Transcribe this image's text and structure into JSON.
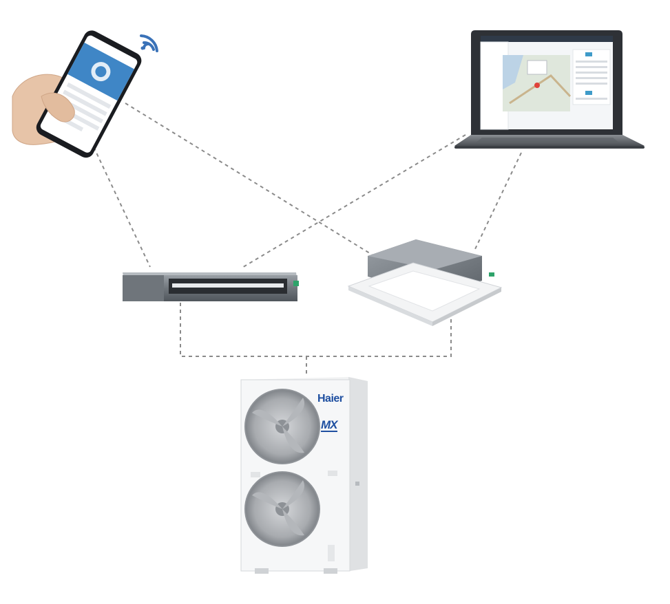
{
  "devices": {
    "smartphone": {
      "icon": "smartphone-icon",
      "signal_icon": "wifi-icon"
    },
    "laptop": {
      "icon": "laptop-icon",
      "screen": "map-dashboard"
    },
    "ducted_unit": {
      "icon": "ducted-indoor-unit-icon"
    },
    "cassette_unit": {
      "icon": "cassette-indoor-unit-icon"
    },
    "outdoor_unit": {
      "icon": "outdoor-unit-icon",
      "brand": "Haier",
      "series": "MX"
    }
  },
  "connections": [
    {
      "from": "smartphone",
      "to": "ducted_unit"
    },
    {
      "from": "smartphone",
      "to": "cassette_unit"
    },
    {
      "from": "laptop",
      "to": "ducted_unit"
    },
    {
      "from": "laptop",
      "to": "cassette_unit"
    },
    {
      "from": "ducted_unit",
      "to": "outdoor_unit"
    },
    {
      "from": "cassette_unit",
      "to": "outdoor_unit"
    }
  ],
  "colors": {
    "line": "#8a8a8a",
    "brand": "#1e4fa0",
    "wifi": "#3a72b8",
    "phone_screen": "#3f86c6"
  }
}
